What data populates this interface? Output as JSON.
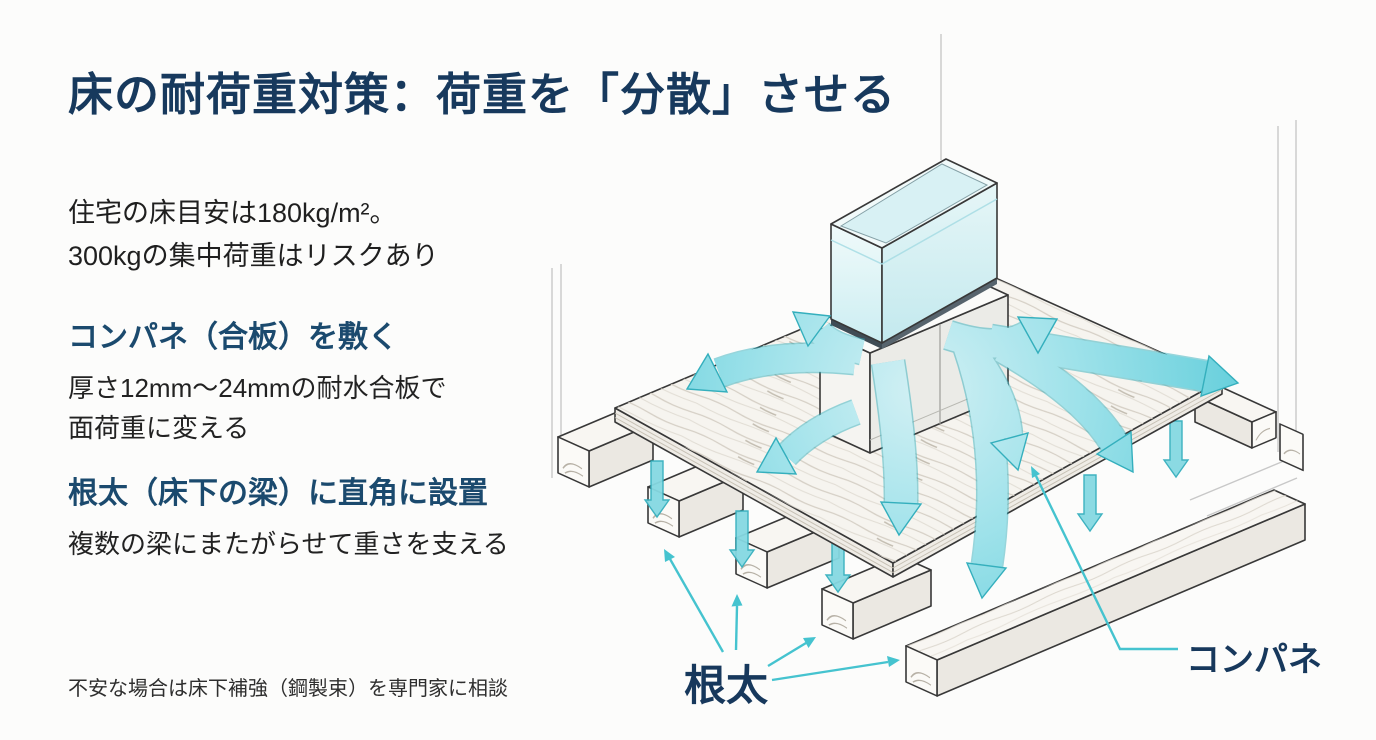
{
  "title": "床の耐荷重対策：荷重を「分散」させる",
  "intro": {
    "line1": "住宅の床目安は180kg/m²。",
    "line2": "300kgの集中荷重はリスクあり"
  },
  "sections": [
    {
      "heading": "コンパネ（合板）を敷く",
      "body_lines": [
        "厚さ12mm〜24mmの耐水合板で",
        "面荷重に変える"
      ]
    },
    {
      "heading": "根太（床下の梁）に直角に設置",
      "body_lines": [
        "複数の梁にまたがらせて重さを支える"
      ]
    }
  ],
  "footnote": "不安な場合は床下補強（鋼製束）を専門家に相談",
  "diagram": {
    "labels": {
      "joist": "根太",
      "plywood": "コンパネ"
    },
    "colors": {
      "arrow_fill": "#8edce4",
      "arrow_outline": "#34afbd",
      "leader": "#45c3cf",
      "label_navy": "#17385c",
      "wood_outline": "#383838",
      "panel_wood": "#f6f4ef",
      "glass_tint": "#d8f1f4"
    }
  },
  "colors": {
    "background": "#fcfcfb",
    "title_navy": "#17395d",
    "heading_blue": "#1b4a6e",
    "body_text": "#222222",
    "footnote_text": "#2e2e2e"
  }
}
